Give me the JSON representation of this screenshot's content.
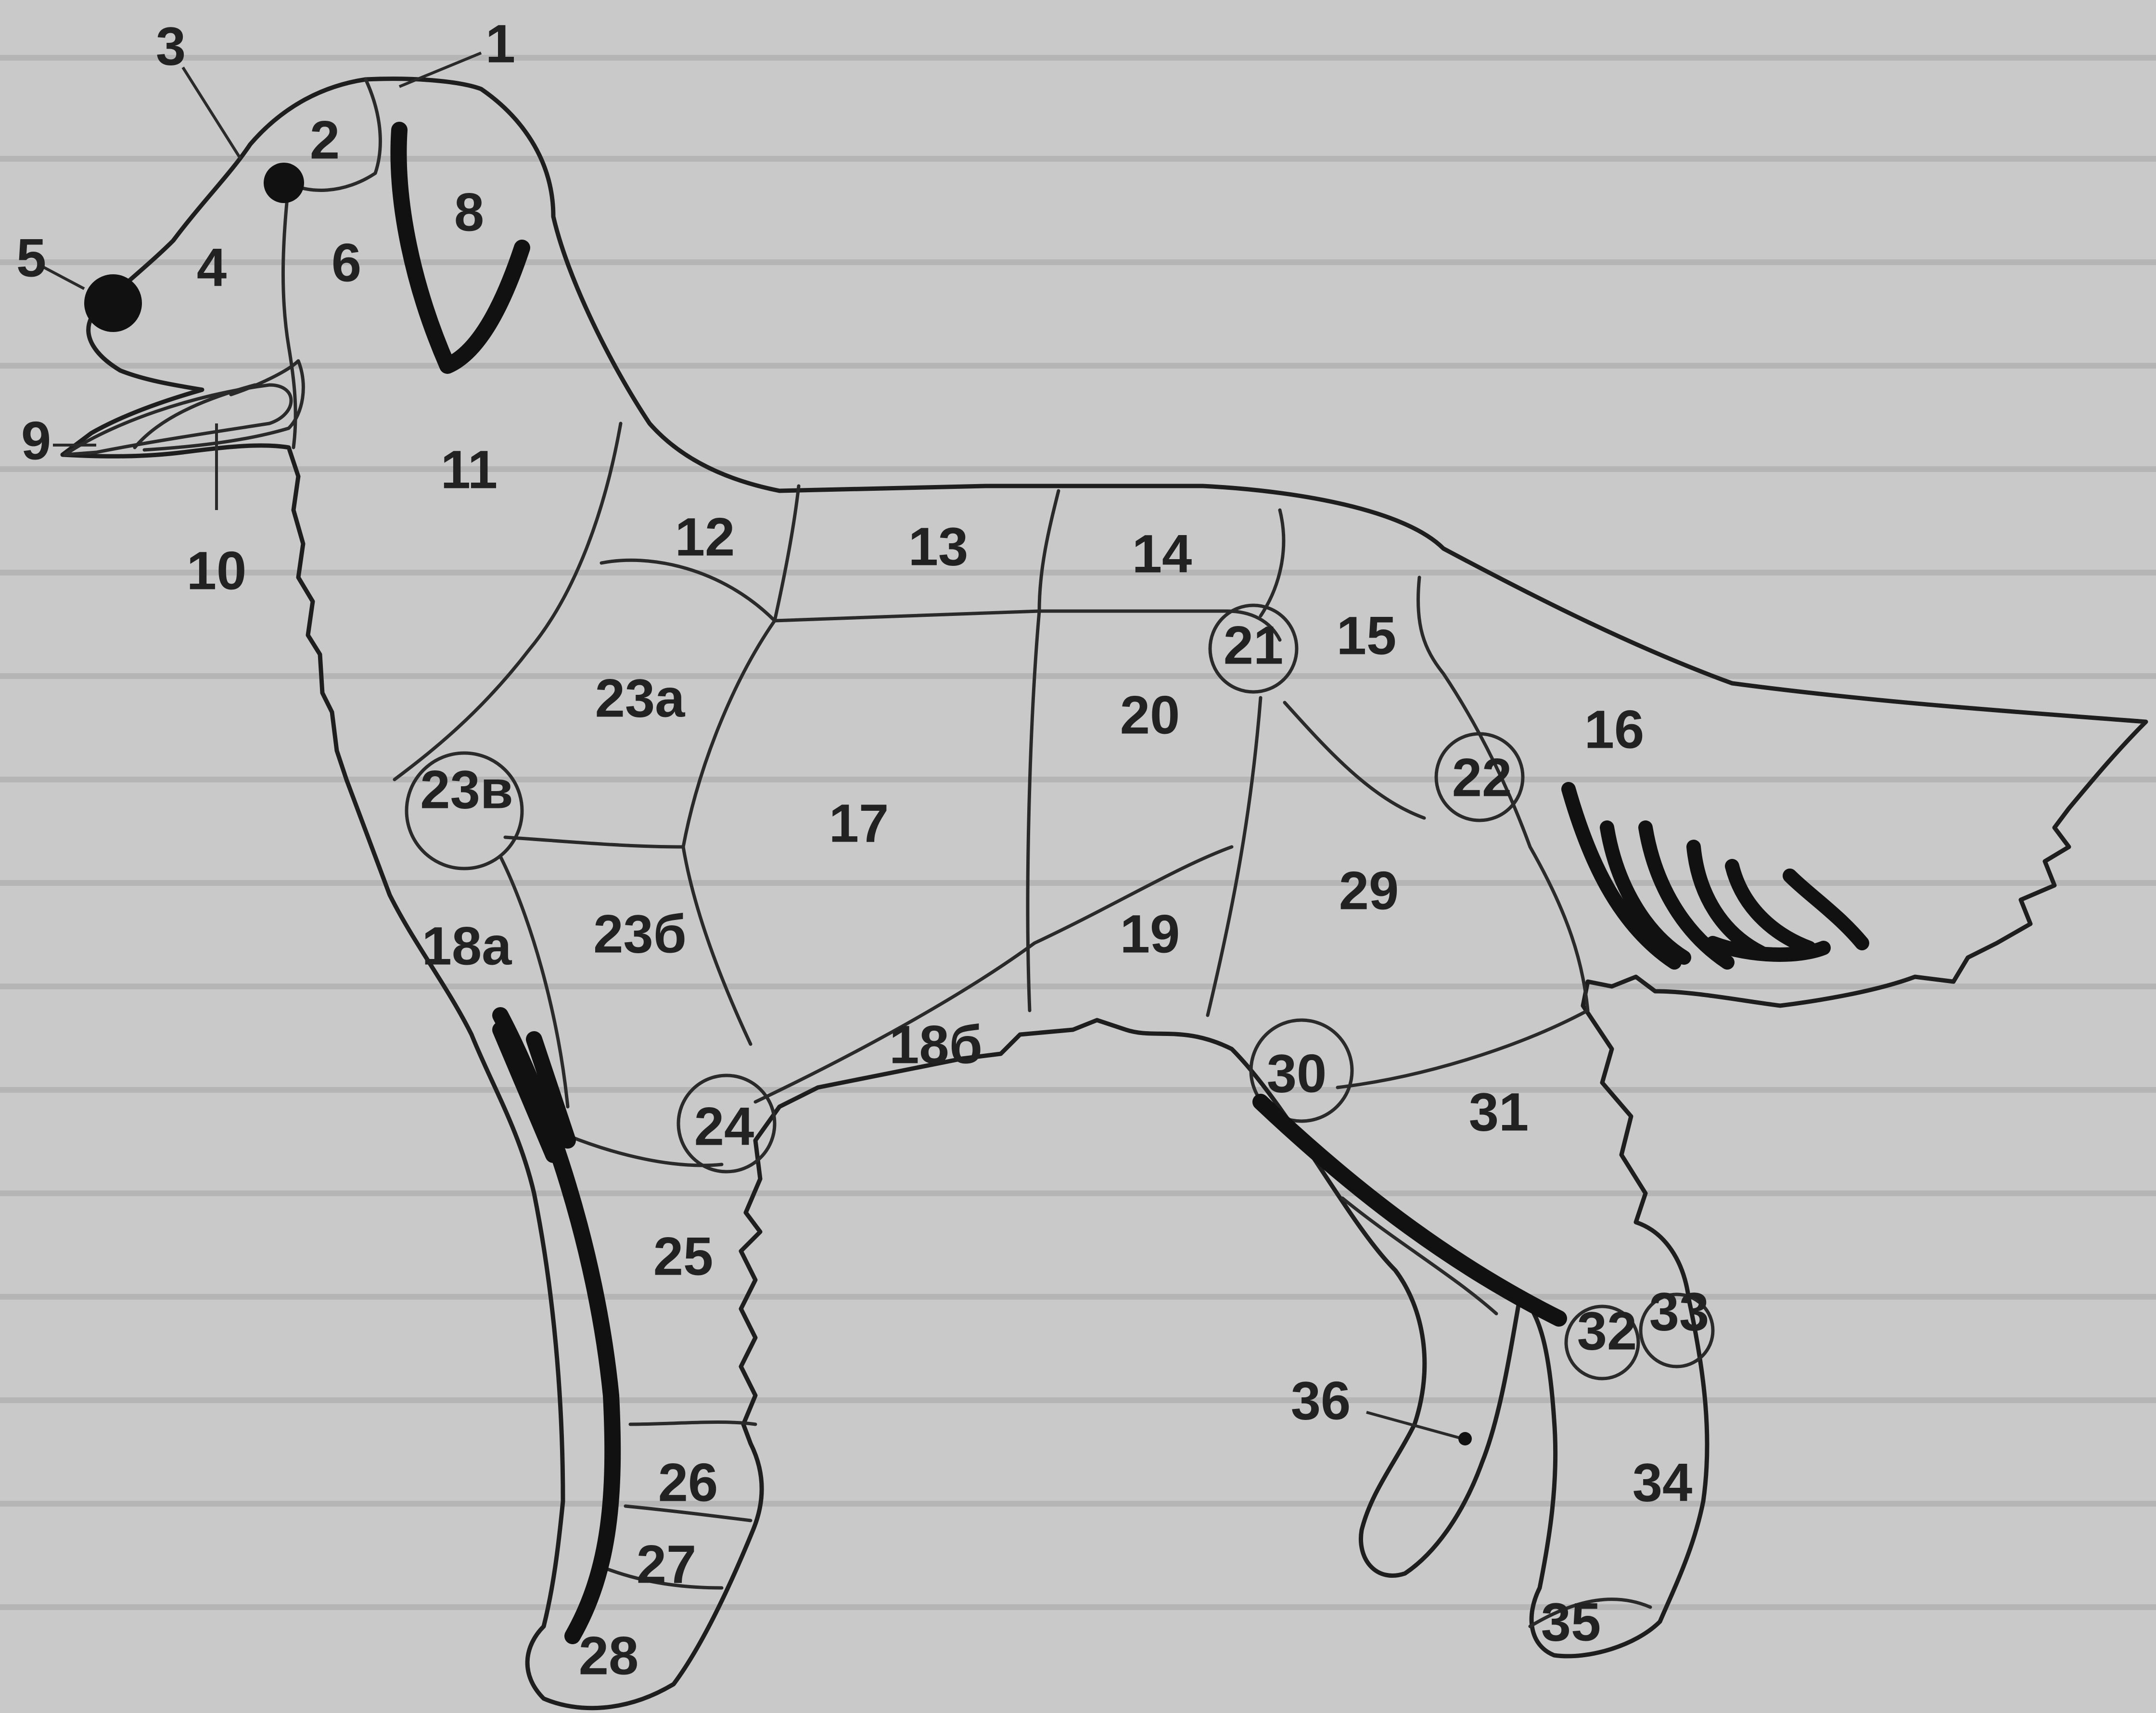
{
  "colors": {
    "background": "#c9c9c9",
    "ink": "#1e1e1e"
  },
  "labels": {
    "l1": "1",
    "l2": "2",
    "l3": "3",
    "l4": "4",
    "l5": "5",
    "l6": "6",
    "l8": "8",
    "l9": "9",
    "l10": "10",
    "l11": "11",
    "l12": "12",
    "l13": "13",
    "l14": "14",
    "l15": "15",
    "l16": "16",
    "l17": "17",
    "l18a": "18a",
    "l18b": "18б",
    "l19": "19",
    "l20": "20",
    "l21": "21",
    "l22": "22",
    "l23a": "23a",
    "l23b": "23б",
    "l23c": "23в",
    "l24": "24",
    "l25": "25",
    "l26": "26",
    "l27": "27",
    "l28": "28",
    "l29": "29",
    "l30": "30",
    "l31": "31",
    "l32": "32",
    "l33": "33",
    "l34": "34",
    "l35": "35",
    "l36": "36"
  }
}
